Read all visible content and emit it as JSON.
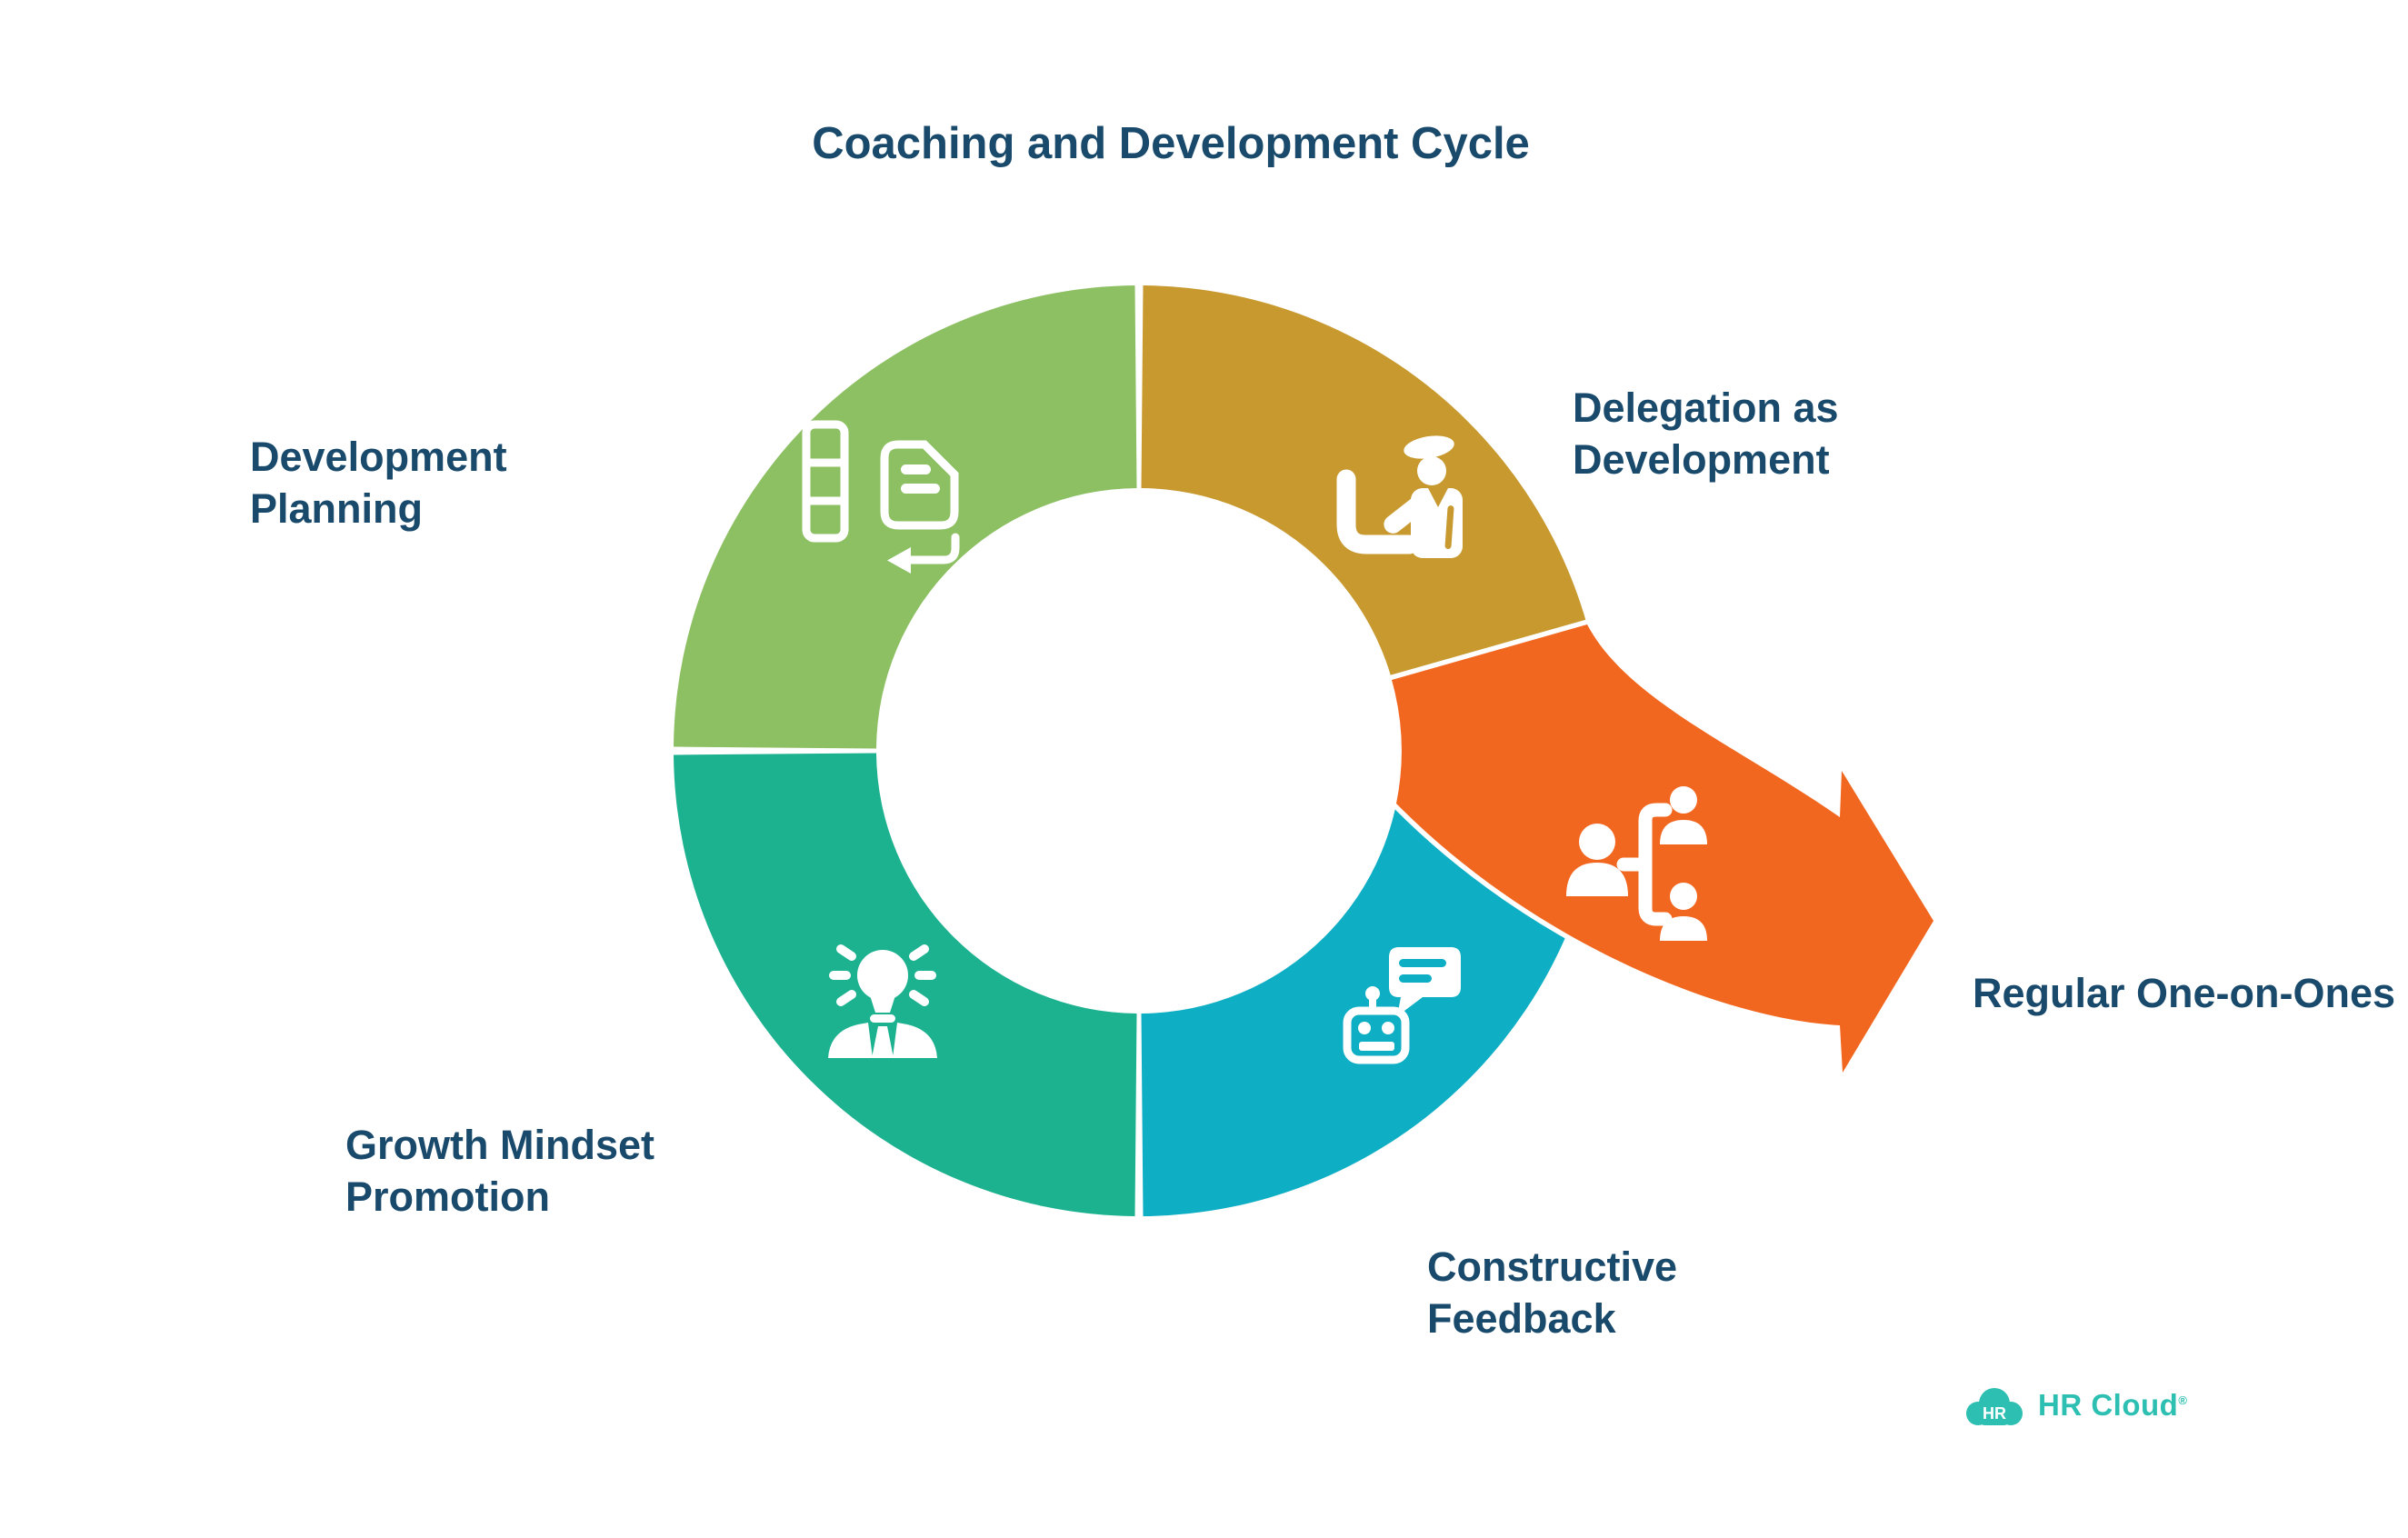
{
  "title": "Coaching and Development Cycle",
  "palette": {
    "background": "#FFFFFF",
    "text_navy": "#194A6B",
    "green": "#8CC063",
    "gold": "#C8992F",
    "cyan": "#0EAEC4",
    "teal": "#1CB290",
    "orange": "#F2671F",
    "brand_teal": "#2CBFB2"
  },
  "diagram": {
    "type": "cycle-donut-with-exit-arrow",
    "segments": [
      {
        "id": "development-planning",
        "label_lines": [
          "Development",
          "Planning"
        ],
        "color": "#8CC063",
        "icon": "kanban-document-sync-icon",
        "position": "top-left"
      },
      {
        "id": "delegation-as-development",
        "label_lines": [
          "Delegation as",
          "Development"
        ],
        "color": "#C8992F",
        "icon": "manager-at-desk-icon",
        "position": "top-right"
      },
      {
        "id": "constructive-feedback",
        "label_lines": [
          "Constructive",
          "Feedback"
        ],
        "color": "#0EAEC4",
        "icon": "robot-chat-icon",
        "position": "bottom-right"
      },
      {
        "id": "growth-mindset-promotion",
        "label_lines": [
          "Growth Mindset",
          "Promotion"
        ],
        "color": "#1CB290",
        "icon": "lightbulb-person-icon",
        "position": "bottom-left"
      }
    ],
    "exit_arrow": {
      "id": "regular-one-on-ones",
      "label": "Regular One-on-Ones",
      "color": "#F2671F",
      "icon": "team-hierarchy-icon",
      "direction": "right"
    }
  },
  "branding": {
    "badge_text": "HR",
    "logo_text": "HR Cloud",
    "registered_mark": "®",
    "color": "#2CBFB2"
  }
}
